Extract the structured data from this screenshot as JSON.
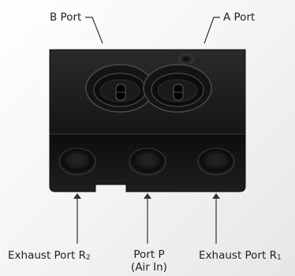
{
  "labels": {
    "b_port": "B Port",
    "a_port": "A Port",
    "exhaust_r2": "Exhaust Port R",
    "exhaust_r2_sub": "2",
    "port_p_line1": "Port P",
    "port_p_line2": "(Air In)",
    "exhaust_r1": "Exhaust Port R",
    "exhaust_r1_sub": "1"
  },
  "colors": {
    "block_dark": "#111111",
    "block_face": "#1c1c1c",
    "leader_line": "#333333"
  }
}
